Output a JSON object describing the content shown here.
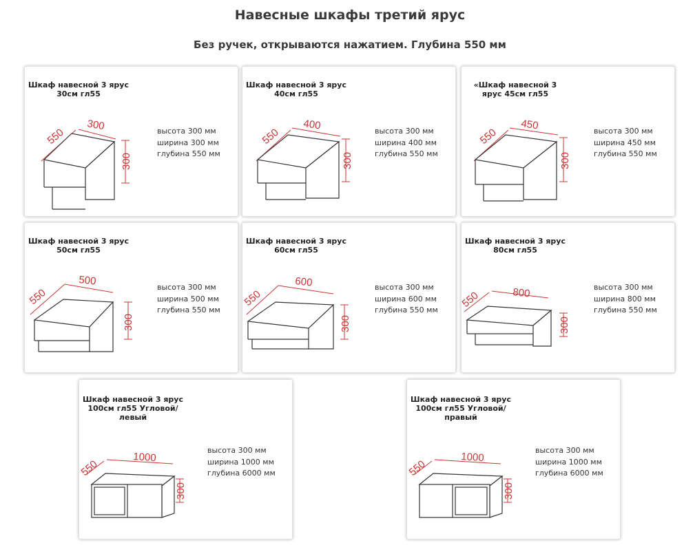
{
  "header": {
    "title": "Навесные шкафы третий ярус",
    "subtitle": "Без ручек, открываются нажатием. Глубина 550 мм"
  },
  "colors": {
    "dimension_lines": "#cc3333",
    "outline": "#333333",
    "card_border": "#e2e2e2"
  },
  "cabinets": [
    {
      "title": "Шкаф навесной 3 ярус\n30см гл55",
      "width_label": "300",
      "height_label": "300",
      "depth_label": "550",
      "specs": [
        "высота 300 мм",
        "ширина 300 мм",
        "глубина 550 мм"
      ]
    },
    {
      "title": "Шкаф навесной 3 ярус\n40см гл55",
      "width_label": "400",
      "height_label": "300",
      "depth_label": "550",
      "specs": [
        "высота 300 мм",
        "ширина 400 мм",
        "глубина 550 мм"
      ]
    },
    {
      "title": "«Шкаф навесной 3\nярус 45см гл55",
      "width_label": "450",
      "height_label": "300",
      "depth_label": "550",
      "specs": [
        "высота 300 мм",
        "ширина 450 мм",
        "глубина 550 мм"
      ]
    },
    {
      "title": "Шкаф навесной 3 ярус\n50см гл55",
      "width_label": "500",
      "height_label": "300",
      "depth_label": "550",
      "specs": [
        "высота 300 мм",
        "ширина 500 мм",
        "глубина 550 мм"
      ]
    },
    {
      "title": "Шкаф навесной 3 ярус\n60см гл55",
      "width_label": "600",
      "height_label": "300",
      "depth_label": "550",
      "specs": [
        "высота 300 мм",
        "ширина 600 мм",
        "глубина 550 мм"
      ]
    },
    {
      "title": "Шкаф навесной 3 ярус\n80см гл55",
      "width_label": "800",
      "height_label": "300",
      "depth_label": "550",
      "specs": [
        "высота 300 мм",
        "ширина 800 мм",
        "глубина 550 мм"
      ]
    },
    {
      "title": "Шкаф навесной 3 ярус\n100см гл55 Угловой/\nлевый",
      "width_label": "1000",
      "height_label": "300",
      "depth_label": "550",
      "specs": [
        "высота 300 мм",
        "ширина 1000 мм",
        "глубина 6000 мм"
      ]
    },
    {
      "title": "Шкаф навесной 3 ярус\n100см гл55 Угловой/\nправый",
      "width_label": "1000",
      "height_label": "300",
      "depth_label": "550",
      "specs": [
        "высота 300 мм",
        "ширина 1000 мм",
        "глубина 6000 мм"
      ]
    }
  ]
}
